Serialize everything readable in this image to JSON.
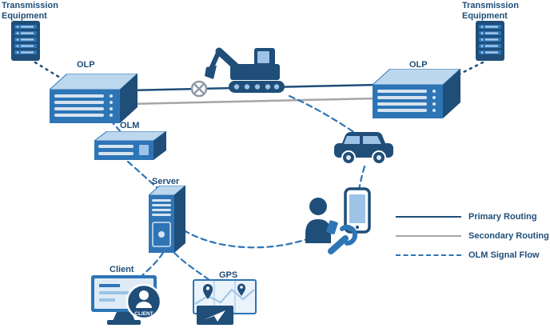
{
  "nodes": {
    "transmission_left": {
      "label": "Transmission Equipment",
      "icon": "equipment-rack-icon"
    },
    "olp_left": {
      "label": "OLP",
      "icon": "olp-chassis-icon"
    },
    "olm": {
      "label": "OLM",
      "icon": "olm-unit-icon"
    },
    "server": {
      "label": "Server",
      "icon": "server-tower-icon"
    },
    "client": {
      "label": "Client",
      "badge": "CLIENT",
      "icon": "client-workstation-icon"
    },
    "gps": {
      "label": "GPS",
      "icon": "gps-map-icon"
    },
    "olp_right": {
      "label": "OLP",
      "icon": "olp-chassis-icon"
    },
    "transmission_right": {
      "label": "Transmission Equipment",
      "icon": "equipment-rack-icon"
    },
    "excavator": {
      "icon": "excavator-icon"
    },
    "fiber_cut": {
      "icon": "fiber-cut-icon"
    },
    "vehicle": {
      "icon": "service-vehicle-icon"
    },
    "technician": {
      "icon": "technician-phone-wrench-icon"
    }
  },
  "legend": {
    "items": [
      {
        "label": "Primary Routing",
        "line_style": "solid",
        "color": "#1F4E79"
      },
      {
        "label": "Secondary Routing",
        "line_style": "solid",
        "color": "#A6A6A6"
      },
      {
        "label": "OLM Signal Flow",
        "line_style": "dashed",
        "color": "#2E75B6"
      }
    ]
  },
  "colors": {
    "navy": "#1F4E79",
    "blue": "#2E75B6",
    "light_blue": "#9DC3E6",
    "pale_blue": "#DEEBF7",
    "secondary_gray": "#A6A6A6",
    "label_text": "#1F4E79"
  }
}
